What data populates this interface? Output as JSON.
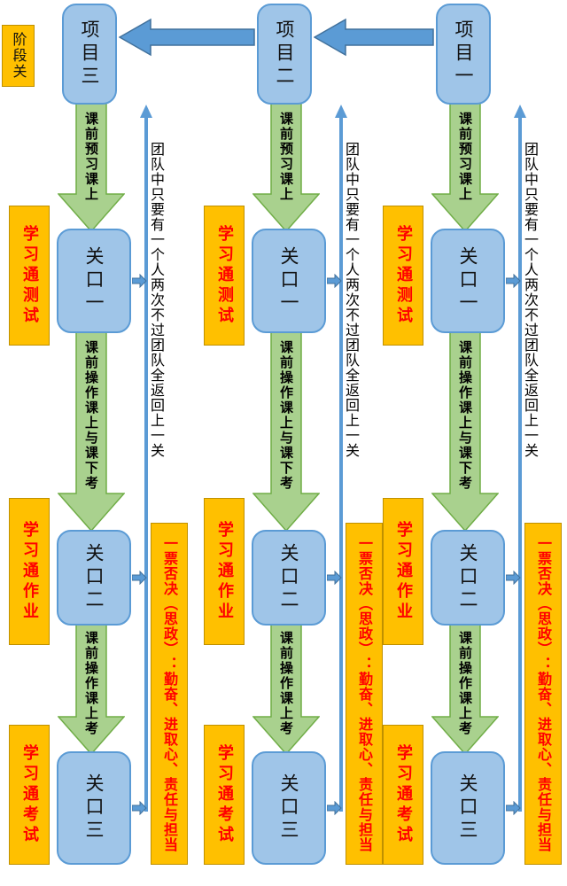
{
  "stage_gate_label": "阶段关",
  "columns": [
    {
      "project_label": "项目三"
    },
    {
      "project_label": "项目二"
    },
    {
      "project_label": "项目一"
    }
  ],
  "steps": {
    "step1": "课前预习课上",
    "step2": "课前操作课上与课下考",
    "step3": "课前操作课上考"
  },
  "gates": {
    "gate1": "关口一",
    "gate2": "关口二",
    "gate3": "关口三"
  },
  "assessments": {
    "test": "学习通测试",
    "homework": "学习通作业",
    "exam": "学习通考试"
  },
  "rules": {
    "team_return": "团队中只要有一个人两次不过团队全返回上一关",
    "veto": "一票否决（思政）：勤奋、进取心、责任与担当"
  },
  "colors": {
    "node_fill": "#9FC5E8",
    "node_border": "#5B9BD5",
    "arrow_green_fill": "#A9D18E",
    "arrow_green_border": "#70AD47",
    "highlight_yellow": "#FFC000",
    "highlight_border": "#BF9000",
    "connector_blue": "#5B9BD5",
    "connector_blue_border": "#41719C",
    "text_red": "#FF0000",
    "text_black": "#000000"
  }
}
